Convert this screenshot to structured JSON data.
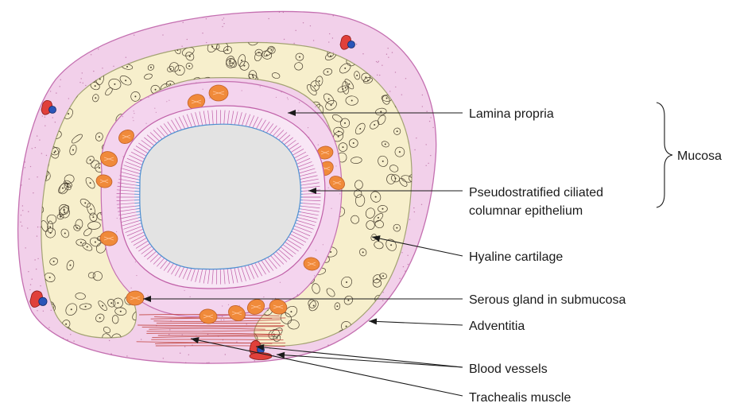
{
  "labels": {
    "lamina_propria": "Lamina propria",
    "mucosa": "Mucosa",
    "epithelium_line1": "Pseudostratified ciliated",
    "epithelium_line2": "columnar epithelium",
    "hyaline_cartilage": "Hyaline cartilage",
    "serous_gland": "Serous gland in submucosa",
    "adventitia": "Adventitia",
    "blood_vessels": "Blood vessels",
    "trachealis_muscle": "Trachealis muscle"
  },
  "colors": {
    "adventitia": "#f2d0ea",
    "adventitia_outline": "#c46fb0",
    "cartilage": "#f7efcc",
    "cartilage_outline": "#a3a373",
    "submucosa": "#f4d4ee",
    "epithelium": "#f8e6f5",
    "epithelium_line": "#c060a8",
    "cilia": "#4d8fd0",
    "lumen": "#e3e3e3",
    "gland": "#f08a3a",
    "muscle": "#c0403a",
    "vessel_red": "#e0403a",
    "vessel_blue": "#2a55b8",
    "leader": "#1a1a1a"
  }
}
